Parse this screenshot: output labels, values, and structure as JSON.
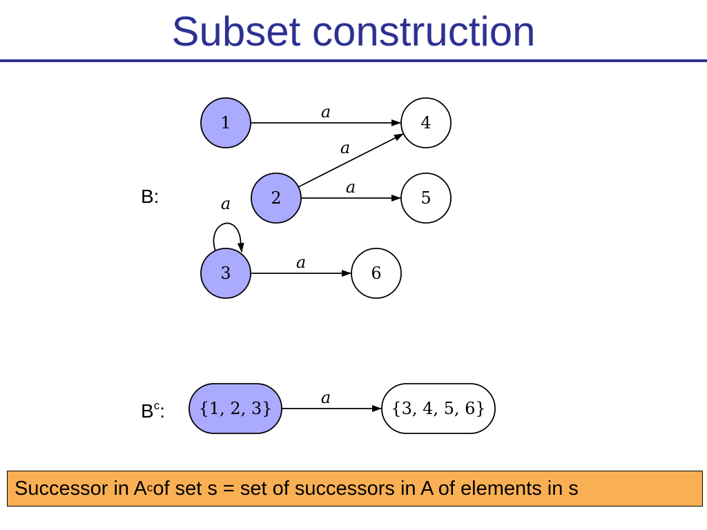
{
  "title": "Subset construction",
  "automaton_b": {
    "label": "B:",
    "states": [
      {
        "id": "1",
        "label": "1",
        "highlighted": true
      },
      {
        "id": "2",
        "label": "2",
        "highlighted": true
      },
      {
        "id": "3",
        "label": "3",
        "highlighted": true
      },
      {
        "id": "4",
        "label": "4",
        "highlighted": false
      },
      {
        "id": "5",
        "label": "5",
        "highlighted": false
      },
      {
        "id": "6",
        "label": "6",
        "highlighted": false
      }
    ],
    "transitions": [
      {
        "from": "1",
        "to": "4",
        "label": "a"
      },
      {
        "from": "2",
        "to": "4",
        "label": "a"
      },
      {
        "from": "2",
        "to": "5",
        "label": "a"
      },
      {
        "from": "3",
        "to": "3",
        "label": "a"
      },
      {
        "from": "3",
        "to": "6",
        "label": "a"
      }
    ]
  },
  "automaton_bc": {
    "label_base": "B",
    "label_sup": "c",
    "label_suffix": ":",
    "states": [
      {
        "id": "s123",
        "label": "{1, 2, 3}",
        "highlighted": true
      },
      {
        "id": "s3456",
        "label": "{3, 4, 5, 6}",
        "highlighted": false
      }
    ],
    "transitions": [
      {
        "from": "s123",
        "to": "s3456",
        "label": "a"
      }
    ]
  },
  "footer": {
    "part1": "Successor in A",
    "sup": "c",
    "part2": " of set s = set of successors in A of elements in s"
  },
  "colors": {
    "title": "#2e3192",
    "highlight_fill": "#aaaaff",
    "footer_bg": "#f9b054"
  }
}
